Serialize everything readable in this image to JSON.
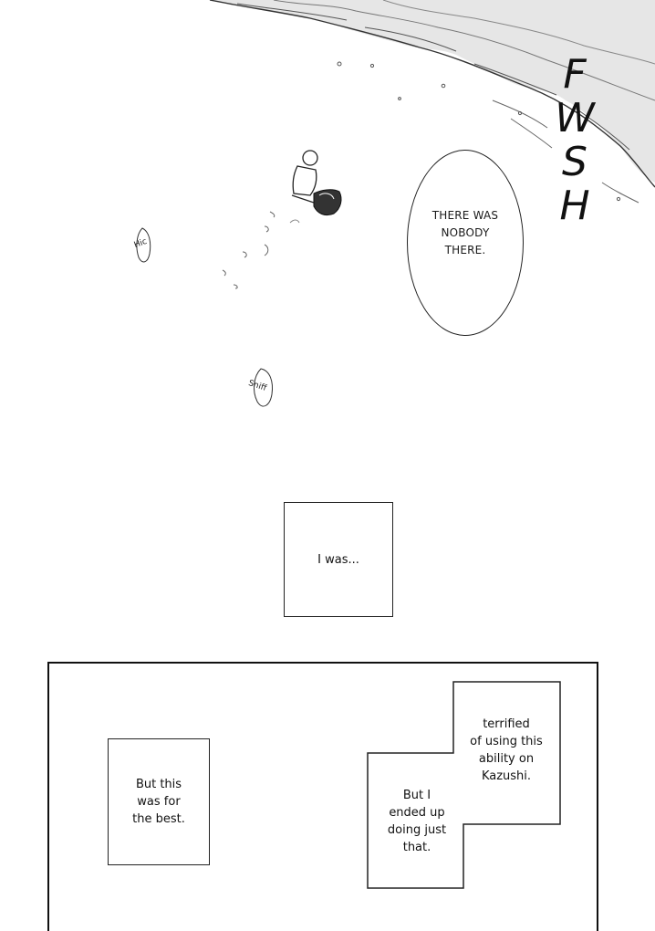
{
  "sound_effects": {
    "wave": [
      "F",
      "W",
      "S",
      "H"
    ],
    "hic": "Hic",
    "sniff": "Sniff"
  },
  "speech_bubble": {
    "line1": "THERE WAS",
    "line2": "NOBODY",
    "line3": "THERE."
  },
  "captions": {
    "i_was": "I was...",
    "best": [
      "But this",
      "was for",
      "the best."
    ],
    "terrified": [
      "terrified",
      "of using this",
      "ability on",
      "Kazushi."
    ],
    "ended_up": [
      "But I",
      "ended up",
      "doing just",
      "that."
    ]
  }
}
